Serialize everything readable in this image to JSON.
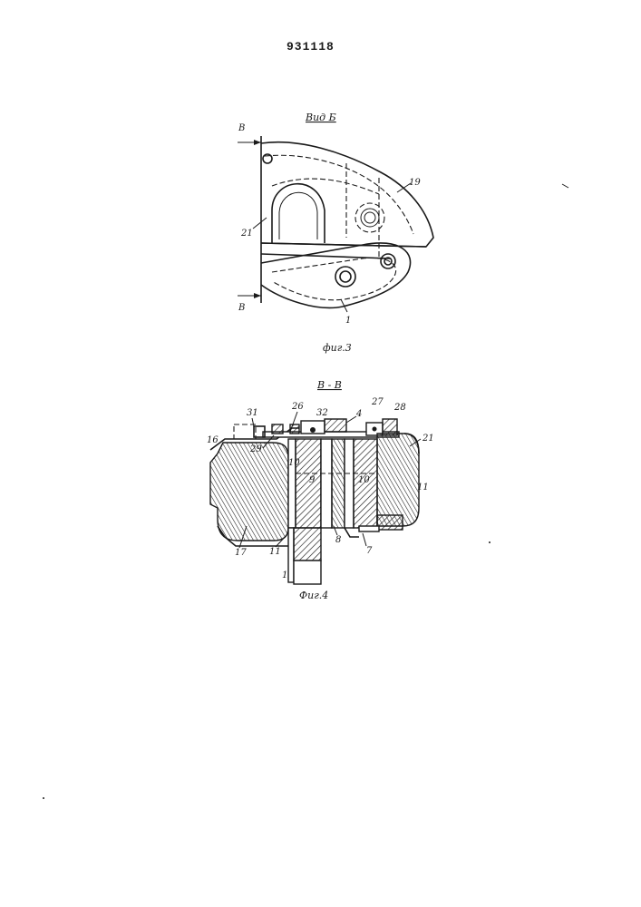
{
  "document": {
    "number": "931118"
  },
  "figure3": {
    "view_title": "Вид Б",
    "section_mark_top": "В",
    "section_mark_bottom": "В",
    "caption": "фиг.3",
    "labels": {
      "p19": "19",
      "p21": "21",
      "p1": "1"
    }
  },
  "figure4": {
    "section_title": "В - В",
    "caption": "Фиг.4",
    "labels": {
      "p31": "31",
      "p26": "26",
      "p32": "32",
      "p4": "4",
      "p27": "27",
      "p28": "28",
      "p16": "16",
      "p29": "29",
      "p10": "10",
      "p21": "21",
      "p11a": "11",
      "p11b": "11",
      "p17": "17",
      "p8": "8",
      "p7": "7",
      "p1": "1",
      "p9": "9",
      "p10b": "10"
    }
  }
}
